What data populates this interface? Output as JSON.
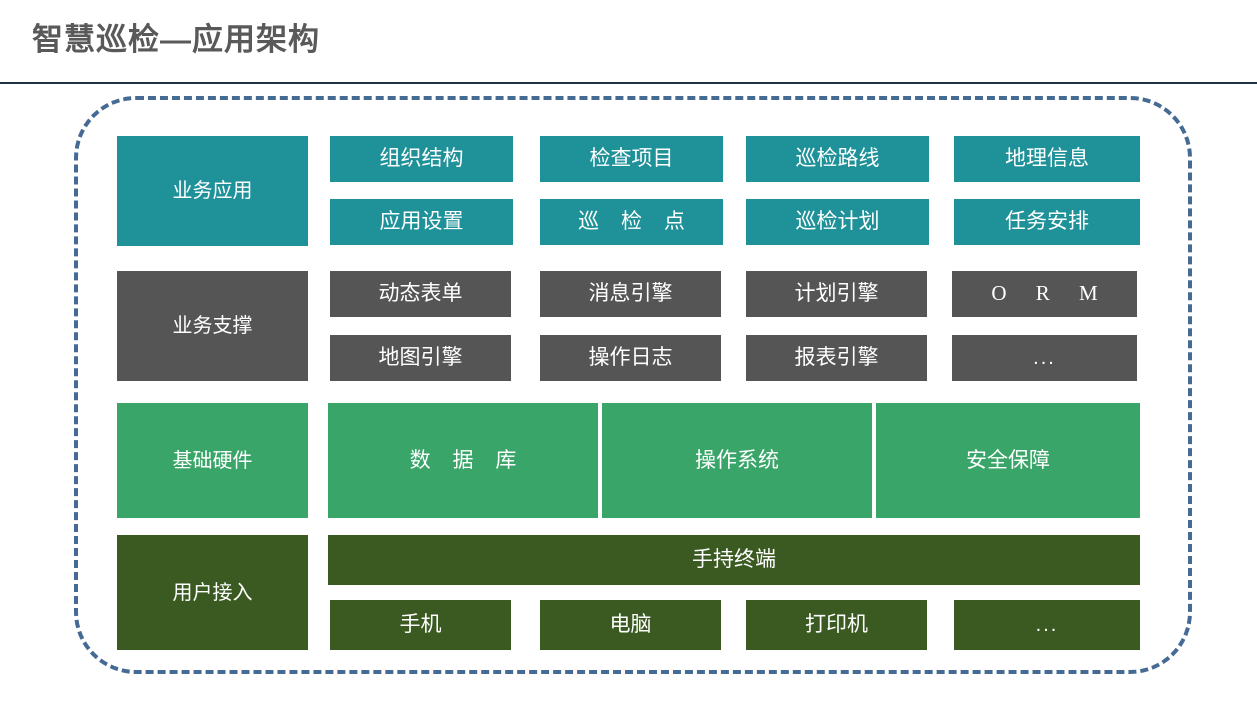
{
  "header": {
    "title": "智慧巡检—应用架构",
    "rule_color": "#1F3341"
  },
  "frame": {
    "border_style": "dashed",
    "border_color": "#456B94"
  },
  "palette": {
    "teal": "#1F9198",
    "gray": "#555555",
    "green": "#3AA569",
    "dark_green": "#3A5A22",
    "title_text": "#595959",
    "box_text": "#FFFFFF"
  },
  "layers": [
    {
      "id": "business-application",
      "label": "业务应用",
      "color": "#1F9198",
      "rows": [
        [
          "组织结构",
          "检查项目",
          "巡检路线",
          "地理信息"
        ],
        [
          "应用设置",
          "巡 检 点",
          "巡检计划",
          "任务安排"
        ]
      ]
    },
    {
      "id": "business-support",
      "label": "业务支撑",
      "color": "#555555",
      "rows": [
        [
          "动态表单",
          "消息引擎",
          "计划引擎",
          "O  R  M"
        ],
        [
          "地图引擎",
          "操作日志",
          "报表引擎",
          "..."
        ]
      ]
    },
    {
      "id": "infrastructure-hardware",
      "label": "基础硬件",
      "color": "#3AA569",
      "rows": [
        [
          "数 据 库",
          "操作系统",
          "安全保障"
        ]
      ]
    },
    {
      "id": "user-access",
      "label": "用户接入",
      "color": "#3A5A22",
      "banner": "手持终端",
      "rows": [
        [
          "手机",
          "电脑",
          "打印机",
          "..."
        ]
      ]
    }
  ]
}
